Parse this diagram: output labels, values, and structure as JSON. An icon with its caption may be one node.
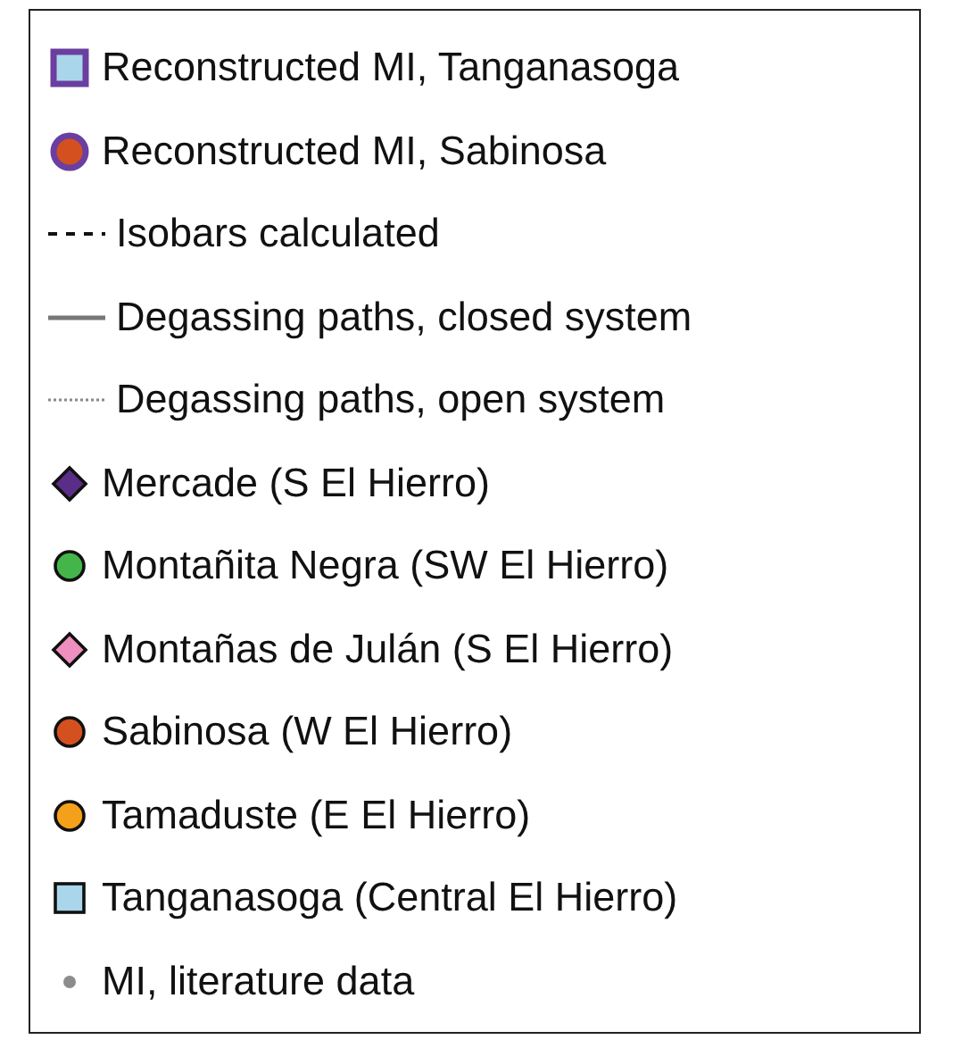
{
  "diagram": {
    "legend": [
      {
        "text": "Reconstructed MI, Tanganasoga",
        "color": "#a9d6ea"
      },
      {
        "text": "Reconstructed MI, Sabinosa",
        "color": "#d5501f"
      },
      {
        "text": "Isobars calculated"
      },
      {
        "text": "Degassing paths, closed system"
      },
      {
        "text": "Degassing paths, open system"
      },
      {
        "text": "Mercade (S El Hierro)",
        "color": "#5a2d86"
      },
      {
        "text": "Montañita Negra (SW El Hierro)",
        "color": "#44b649"
      },
      {
        "text": "Montañas de Julán (S El Hierro)",
        "color": "#ef8fc0"
      },
      {
        "text": "Sabinosa (W El Hierro)",
        "color": "#d5501f"
      },
      {
        "text": "Tamaduste (E El Hierro)",
        "color": "#f5a01a"
      },
      {
        "text": "Tanganasoga (Central El Hierro)",
        "color": "#a9d6ea"
      },
      {
        "text": "MI, literature data",
        "color": "#8c8c8c"
      }
    ]
  }
}
